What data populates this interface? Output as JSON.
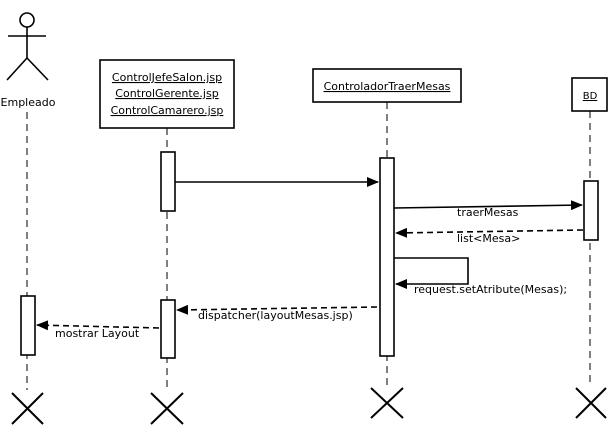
{
  "actor": {
    "name": "Empleado"
  },
  "objects": {
    "jsp": {
      "lines": [
        "ControlJefeSalon.jsp",
        "ControlGerente.jsp",
        "ControlCamarero.jsp"
      ]
    },
    "controller": {
      "name": "ControladorTraerMesas"
    },
    "db": {
      "name": "BD"
    }
  },
  "messages": {
    "traer": "traerMesas",
    "list": "list<Mesa>",
    "set_attr": "request.setAtribute(Mesas);",
    "dispatch": "dispatcher(layoutMesas.jsp)",
    "show": "mostrar Layout"
  }
}
